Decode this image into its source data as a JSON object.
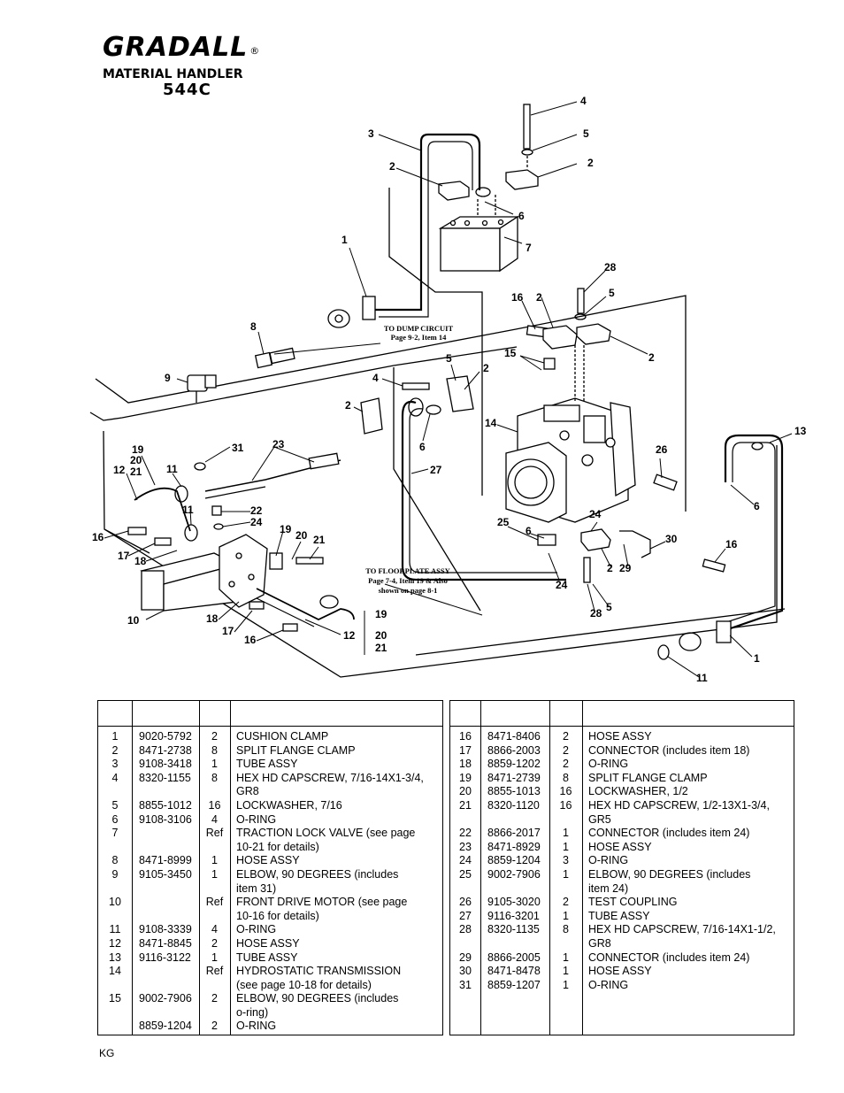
{
  "header": {
    "brand": "GRADALL",
    "registered": "®",
    "subtitle": "MATERIAL HANDLER",
    "model": "544C"
  },
  "diagram": {
    "callouts": [
      {
        "id": "c1a",
        "text": "1"
      },
      {
        "id": "c1b",
        "text": "1"
      },
      {
        "id": "c2a",
        "text": "2"
      },
      {
        "id": "c2b",
        "text": "2"
      },
      {
        "id": "c2c",
        "text": "2"
      },
      {
        "id": "c2d",
        "text": "2"
      },
      {
        "id": "c2e",
        "text": "2"
      },
      {
        "id": "c2f",
        "text": "2"
      },
      {
        "id": "c2g",
        "text": "2"
      },
      {
        "id": "c3",
        "text": "3"
      },
      {
        "id": "c4a",
        "text": "4"
      },
      {
        "id": "c4b",
        "text": "4"
      },
      {
        "id": "c5a",
        "text": "5"
      },
      {
        "id": "c5b",
        "text": "5"
      },
      {
        "id": "c5c",
        "text": "5"
      },
      {
        "id": "c5d",
        "text": "5"
      },
      {
        "id": "c6a",
        "text": "6"
      },
      {
        "id": "c6b",
        "text": "6"
      },
      {
        "id": "c6c",
        "text": "6"
      },
      {
        "id": "c6d",
        "text": "6"
      },
      {
        "id": "c7",
        "text": "7"
      },
      {
        "id": "c8",
        "text": "8"
      },
      {
        "id": "c9",
        "text": "9"
      },
      {
        "id": "c10",
        "text": "10"
      },
      {
        "id": "c11a",
        "text": "11"
      },
      {
        "id": "c11b",
        "text": "11"
      },
      {
        "id": "c11c",
        "text": "11"
      },
      {
        "id": "c12a",
        "text": "12"
      },
      {
        "id": "c12b",
        "text": "12"
      },
      {
        "id": "c13",
        "text": "13"
      },
      {
        "id": "c14",
        "text": "14"
      },
      {
        "id": "c15",
        "text": "15"
      },
      {
        "id": "c16a",
        "text": "16"
      },
      {
        "id": "c16b",
        "text": "16"
      },
      {
        "id": "c16c",
        "text": "16"
      },
      {
        "id": "c16d",
        "text": "16"
      },
      {
        "id": "c17a",
        "text": "17"
      },
      {
        "id": "c17b",
        "text": "17"
      },
      {
        "id": "c18a",
        "text": "18"
      },
      {
        "id": "c18b",
        "text": "18"
      },
      {
        "id": "c19a",
        "text": "19"
      },
      {
        "id": "c19b",
        "text": "19"
      },
      {
        "id": "c19c",
        "text": "19"
      },
      {
        "id": "c20a",
        "text": "20"
      },
      {
        "id": "c20b",
        "text": "20"
      },
      {
        "id": "c20c",
        "text": "20"
      },
      {
        "id": "c21a",
        "text": "21"
      },
      {
        "id": "c21b",
        "text": "21"
      },
      {
        "id": "c21c",
        "text": "21"
      },
      {
        "id": "c22",
        "text": "22"
      },
      {
        "id": "c23",
        "text": "23"
      },
      {
        "id": "c24a",
        "text": "24"
      },
      {
        "id": "c24b",
        "text": "24"
      },
      {
        "id": "c24c",
        "text": "24"
      },
      {
        "id": "c25",
        "text": "25"
      },
      {
        "id": "c26",
        "text": "26"
      },
      {
        "id": "c27",
        "text": "27"
      },
      {
        "id": "c28a",
        "text": "28"
      },
      {
        "id": "c28b",
        "text": "28"
      },
      {
        "id": "c29",
        "text": "29"
      },
      {
        "id": "c30",
        "text": "30"
      },
      {
        "id": "c31",
        "text": "31"
      }
    ],
    "note_dump_line1": "TO DUMP CIRCUIT",
    "note_dump_line2": "Page 9-2, Item 14",
    "note_floor_line1": "TO FLOORPLATE ASSY",
    "note_floor_line2": "Page 7-4, Item 19 & Also",
    "note_floor_line3": "shown on page 8-1"
  },
  "parts_left": [
    {
      "item": "1",
      "part": "9020-5792",
      "qty": "2",
      "desc": [
        "CUSHION CLAMP"
      ]
    },
    {
      "item": "2",
      "part": "8471-2738",
      "qty": "8",
      "desc": [
        "SPLIT FLANGE CLAMP"
      ]
    },
    {
      "item": "3",
      "part": "9108-3418",
      "qty": "1",
      "desc": [
        "TUBE ASSY"
      ]
    },
    {
      "item": "4",
      "part": "8320-1155",
      "qty": "8",
      "desc": [
        "HEX HD CAPSCREW, 7/16-14X1-3/4,",
        "GR8"
      ]
    },
    {
      "item": "5",
      "part": "8855-1012",
      "qty": "16",
      "desc": [
        "LOCKWASHER, 7/16"
      ]
    },
    {
      "item": "6",
      "part": "9108-3106",
      "qty": "4",
      "desc": [
        "O-RING"
      ]
    },
    {
      "item": "7",
      "part": "",
      "qty": "Ref",
      "desc": [
        "TRACTION LOCK VALVE (see page",
        "10-21 for details)"
      ]
    },
    {
      "item": "8",
      "part": "8471-8999",
      "qty": "1",
      "desc": [
        "HOSE ASSY"
      ]
    },
    {
      "item": "9",
      "part": "9105-3450",
      "qty": "1",
      "desc": [
        "ELBOW, 90 DEGREES (includes",
        "item 31)"
      ]
    },
    {
      "item": "10",
      "part": "",
      "qty": "Ref",
      "desc": [
        "FRONT DRIVE MOTOR (see page",
        "10-16 for details)"
      ]
    },
    {
      "item": "11",
      "part": "9108-3339",
      "qty": "4",
      "desc": [
        "O-RING"
      ]
    },
    {
      "item": "12",
      "part": "8471-8845",
      "qty": "2",
      "desc": [
        "HOSE ASSY"
      ]
    },
    {
      "item": "13",
      "part": "9116-3122",
      "qty": "1",
      "desc": [
        "TUBE ASSY"
      ]
    },
    {
      "item": "14",
      "part": "",
      "qty": "Ref",
      "desc": [
        "HYDROSTATIC TRANSMISSION",
        "(see page 10-18 for details)"
      ]
    },
    {
      "item": "15",
      "part": "9002-7906",
      "qty": "2",
      "desc": [
        "ELBOW, 90 DEGREES (includes",
        "o-ring)"
      ]
    },
    {
      "item": "",
      "part": "8859-1204",
      "qty": "2",
      "desc": [
        "O-RING"
      ]
    }
  ],
  "parts_right": [
    {
      "item": "16",
      "part": "8471-8406",
      "qty": "2",
      "desc": [
        "HOSE ASSY"
      ]
    },
    {
      "item": "17",
      "part": "8866-2003",
      "qty": "2",
      "desc": [
        "CONNECTOR (includes item 18)"
      ]
    },
    {
      "item": "18",
      "part": "8859-1202",
      "qty": "2",
      "desc": [
        "O-RING"
      ]
    },
    {
      "item": "19",
      "part": "8471-2739",
      "qty": "8",
      "desc": [
        "SPLIT FLANGE CLAMP"
      ]
    },
    {
      "item": "20",
      "part": "8855-1013",
      "qty": "16",
      "desc": [
        "LOCKWASHER, 1/2"
      ]
    },
    {
      "item": "21",
      "part": "8320-1120",
      "qty": "16",
      "desc": [
        "HEX HD CAPSCREW, 1/2-13X1-3/4,",
        "GR5"
      ]
    },
    {
      "item": "22",
      "part": "8866-2017",
      "qty": "1",
      "desc": [
        "CONNECTOR (includes item  24)"
      ]
    },
    {
      "item": "23",
      "part": "8471-8929",
      "qty": "1",
      "desc": [
        "HOSE ASSY"
      ]
    },
    {
      "item": "24",
      "part": "8859-1204",
      "qty": "3",
      "desc": [
        "O-RING"
      ]
    },
    {
      "item": "25",
      "part": "9002-7906",
      "qty": "1",
      "desc": [
        "ELBOW, 90 DEGREES (includes",
        "item 24)"
      ]
    },
    {
      "item": "26",
      "part": "9105-3020",
      "qty": "2",
      "desc": [
        "TEST COUPLING"
      ]
    },
    {
      "item": "27",
      "part": "9116-3201",
      "qty": "1",
      "desc": [
        "TUBE ASSY"
      ]
    },
    {
      "item": "28",
      "part": "8320-1135",
      "qty": "8",
      "desc": [
        "HEX HD CAPSCREW, 7/16-14X1-1/2,",
        "GR8"
      ]
    },
    {
      "item": "29",
      "part": "8866-2005",
      "qty": "1",
      "desc": [
        "CONNECTOR (includes item 24)"
      ]
    },
    {
      "item": "30",
      "part": "8471-8478",
      "qty": "1",
      "desc": [
        "HOSE ASSY"
      ]
    },
    {
      "item": "31",
      "part": "8859-1207",
      "qty": "1",
      "desc": [
        "O-RING"
      ]
    }
  ],
  "footer": "KG"
}
